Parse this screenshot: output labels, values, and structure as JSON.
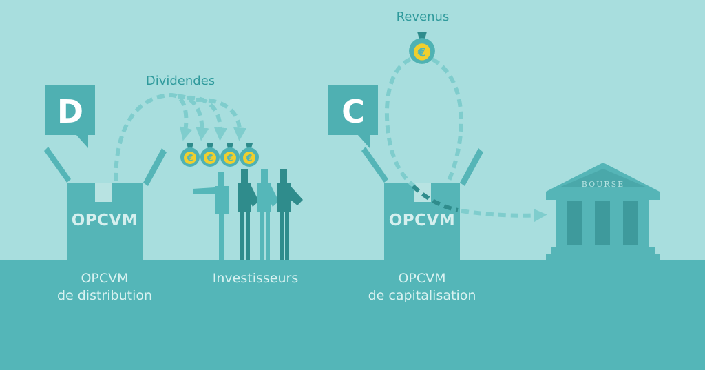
{
  "labels": {
    "dividends": "Dividendes",
    "revenues": "Revenus",
    "investors": "Investisseurs",
    "distribution_line1": "OPCVM",
    "distribution_line2": "de distribution",
    "capitalisation_line1": "OPCVM",
    "capitalisation_line2": "de capitalisation"
  },
  "boxes": {
    "distribution": {
      "word": "OPCVM",
      "badge": "D"
    },
    "capitalisation": {
      "word": "OPCVM",
      "badge": "C"
    }
  },
  "bourse": {
    "word": "BOURSE"
  },
  "currency_symbol": "€",
  "colors": {
    "sky": "#a8dede",
    "ground": "#54b6b8",
    "box": "#55b5b7",
    "badge": "#4fb0b2",
    "coin": "#f0cf2e",
    "dark_teal": "#2f8c8c",
    "label_dark": "#2f9a9c",
    "label_light": "#d9f2f1"
  }
}
